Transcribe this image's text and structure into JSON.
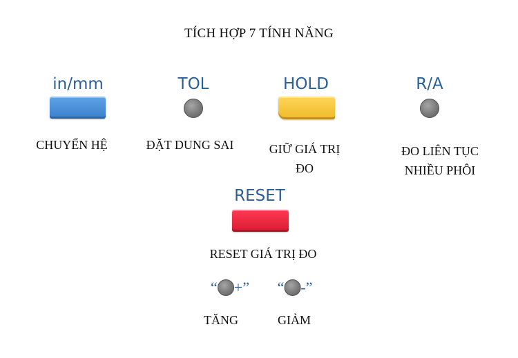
{
  "title": "TÍCH HỢP 7 TÍNH NĂNG",
  "colors": {
    "blue_button": "#4a90d9",
    "yellow_button": "#f5c63a",
    "red_button": "#e8213a",
    "label_blue": "#2c5f98"
  },
  "keys": {
    "inmm": {
      "label": "in/mm",
      "description": [
        "CHUYỂN HỆ"
      ]
    },
    "tol": {
      "label": "TOL",
      "description": [
        "ĐẶT DUNG SAI"
      ]
    },
    "hold": {
      "label": "HOLD",
      "description": [
        "GIỮ GIÁ TRỊ",
        "ĐO"
      ]
    },
    "ra": {
      "label": "R/A",
      "description": [
        "ĐO LIÊN TỤC",
        "NHIỀU PHÔI"
      ]
    },
    "reset": {
      "label": "RESET",
      "description": [
        "RESET GIÁ TRỊ ĐO"
      ]
    }
  },
  "adjust": {
    "plus": {
      "open_quote": "“",
      "symbol": "+”",
      "description": "TĂNG"
    },
    "minus": {
      "open_quote": "“",
      "symbol": "-”",
      "description": "GIẢM"
    }
  }
}
